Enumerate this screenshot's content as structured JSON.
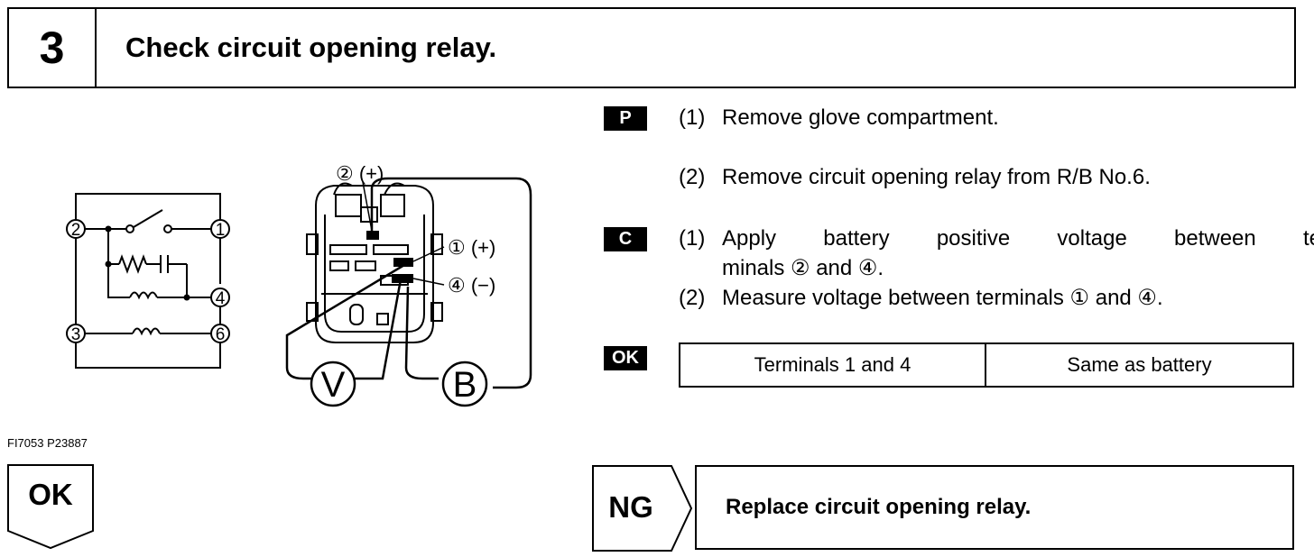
{
  "header": {
    "step_number": "3",
    "title": "Check circuit opening relay."
  },
  "schematic": {
    "terminals": [
      "2",
      "1",
      "4",
      "3",
      "6"
    ]
  },
  "connector": {
    "label_t2": "② (+)",
    "label_t1": "① (+)",
    "label_t4": "④ (−)",
    "meter_v": "V",
    "meter_b": "B"
  },
  "figure_code": "FI7053 P23887",
  "prep": {
    "tag": "P",
    "step1_num": "(1)",
    "step1": "Remove glove compartment.",
    "step2_num": "(2)",
    "step2": "Remove circuit opening relay from R/B No.6."
  },
  "check": {
    "tag": "C",
    "step1_num": "(1)",
    "step1_words": [
      "Apply",
      "battery",
      "positive",
      "voltage",
      "between",
      "ter-"
    ],
    "step1_cont": "minals ② and ④.",
    "step2_num": "(2)",
    "step2": "Measure voltage between terminals ① and ④."
  },
  "ok_spec": {
    "tag": "OK",
    "terminals": "Terminals 1 and 4",
    "value": "Same as battery"
  },
  "result": {
    "ok_label": "OK",
    "ng_label": "NG",
    "ng_action": "Replace circuit opening relay."
  }
}
